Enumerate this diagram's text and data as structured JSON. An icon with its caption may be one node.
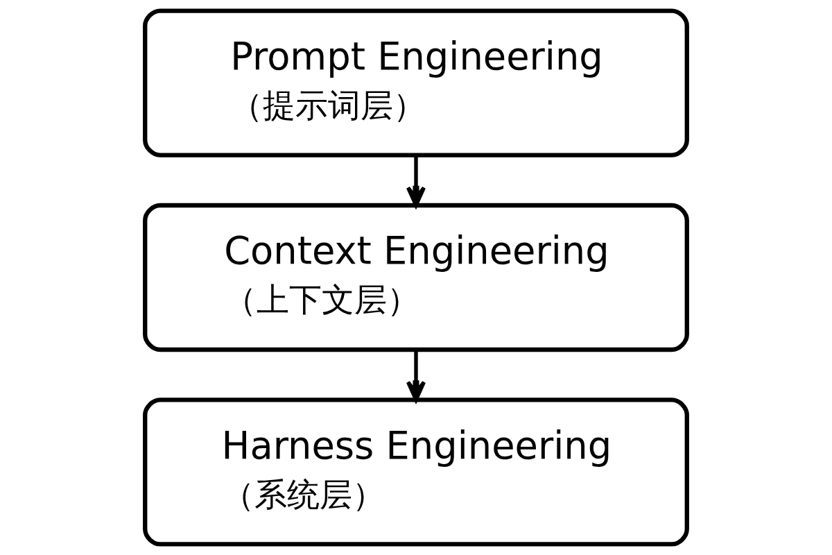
{
  "diagram": {
    "nodes": [
      {
        "text": [
          "Prompt Engineering",
          "（提示词层）"
        ]
      },
      {
        "text": [
          "Context Engineering",
          "（上下文层）"
        ]
      },
      {
        "text": [
          "Harness Engineering",
          "（系统层）"
        ]
      }
    ],
    "edges": [
      {
        "from": 0,
        "to": 1,
        "arrow": "to"
      },
      {
        "from": 1,
        "to": 2,
        "arrow": "to"
      }
    ]
  }
}
